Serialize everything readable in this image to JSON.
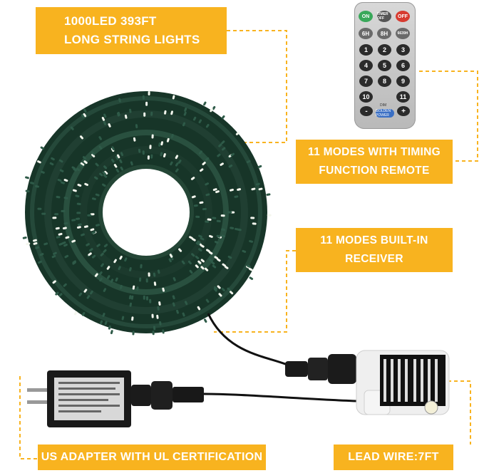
{
  "labels": {
    "string_lights_line1": "1000LED 393FT",
    "string_lights_line2": "LONG STRING LIGHTS",
    "remote_line1": "11 MODES WITH TIMING",
    "remote_line2": "FUNCTION REMOTE",
    "receiver_line1": "11 MODES BUILT-IN",
    "receiver_line2": "RECEIVER",
    "adapter": "US ADAPTER WITH UL CERTIFICATION",
    "lead_wire": "LEAD WIRE:7FT"
  },
  "remote": {
    "on": "ON",
    "timer": "TIMER OFF",
    "off": "OFF",
    "b6h": "6H",
    "b8h": "8H",
    "b6639": "6639H",
    "numbers": [
      "1",
      "2",
      "3",
      "4",
      "5",
      "6",
      "7",
      "8",
      "9",
      "10",
      "11"
    ],
    "dim": "DIM",
    "minus": "-",
    "plus": "+",
    "logo": "GOLDEN POWER"
  },
  "colors": {
    "accent": "#f8b31f",
    "wire": "#1f3a2e",
    "led": "#f4f7ee",
    "box": "#eeeeee"
  }
}
